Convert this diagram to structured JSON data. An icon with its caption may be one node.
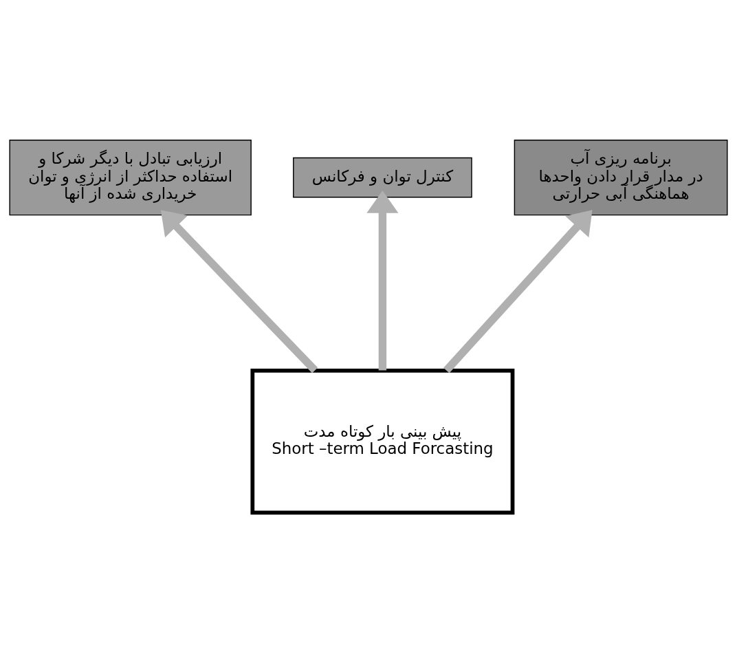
{
  "diagram": {
    "nodes": [
      {
        "text": [
          "ارزیابی تبادل با دیگر شرکا و استفاده حداکثر از انرژی و توان خریداری شده از آنها"
        ]
      },
      {
        "text": [
          "کنترل توان و فرکانس"
        ]
      },
      {
        "text": [
          "برنامه ریزی آب",
          "در مدار قرار دادن واحدها",
          "هماهنگی آبی حرارتی"
        ]
      },
      {
        "text": [
          "پیش بینی بار کوتاه مدت",
          "Short –term Load Forcasting"
        ]
      }
    ],
    "edges": [
      {
        "from": 3,
        "to": 0,
        "arrow": "to"
      },
      {
        "from": 3,
        "to": 1,
        "arrow": "to"
      },
      {
        "from": 3,
        "to": 2,
        "arrow": "to"
      }
    ]
  }
}
